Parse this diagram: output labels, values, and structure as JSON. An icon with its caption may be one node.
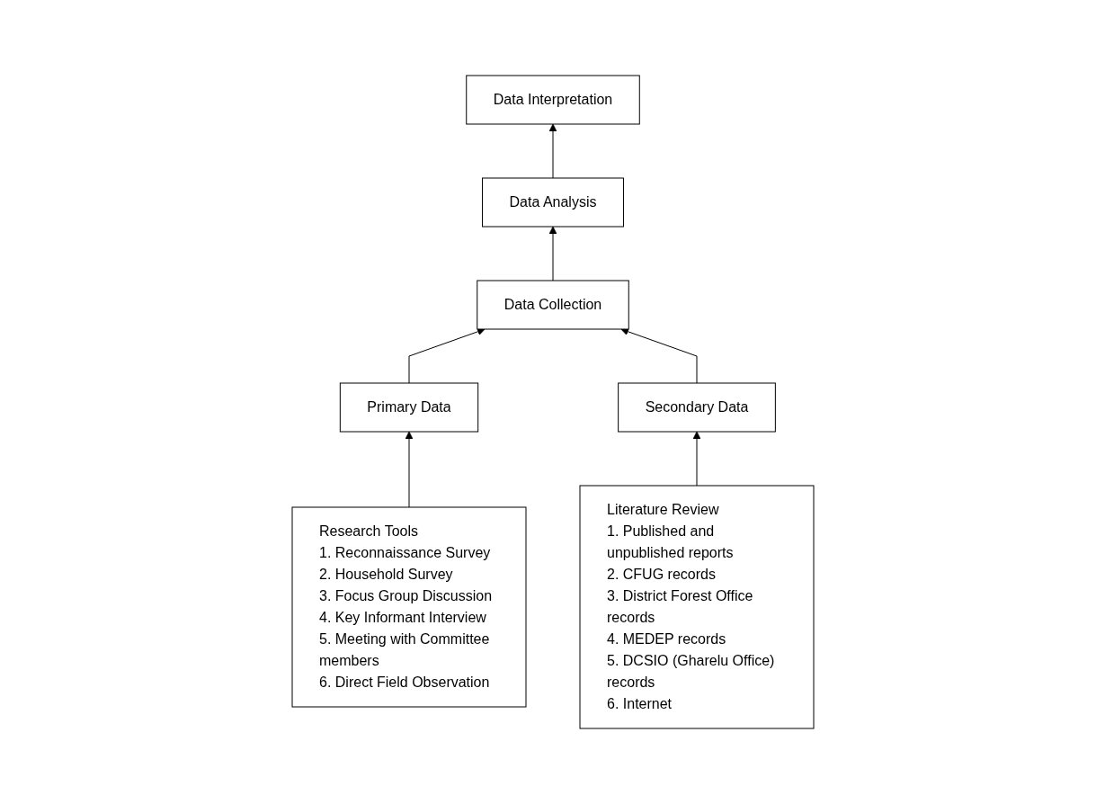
{
  "diagram": {
    "nodes": [
      {
        "text": [
          "Data Collection"
        ]
      },
      {
        "text": [
          "Data Analysis"
        ]
      },
      {
        "text": [
          "Data Interpretation"
        ]
      },
      {
        "text": [
          "Primary Data"
        ]
      },
      {
        "text": [
          "Secondary Data"
        ]
      },
      {
        "text": [
          "Research Tools",
          "1. Reconnaissance Survey",
          "2. Household Survey",
          "3. Focus Group Discussion",
          "4. Key Informant Interview",
          "5. Meeting with Committee members",
          "6. Direct Field Observation"
        ]
      },
      {
        "text": [
          "Literature Review",
          "1. Published and unpublished reports",
          "2. CFUG records",
          "3. District Forest Office records",
          "4. MEDEP records",
          "5. DCSIO (Gharelu Office) records",
          "6. Internet"
        ]
      }
    ],
    "edges": [
      {
        "from": 0,
        "to": 1,
        "arrow": "to"
      },
      {
        "from": 1,
        "to": 2,
        "arrow": "to"
      },
      {
        "from": 3,
        "to": 0,
        "arrow": "to"
      },
      {
        "from": 4,
        "to": 0,
        "arrow": "to"
      },
      {
        "from": 5,
        "to": 3,
        "arrow": "to"
      },
      {
        "from": 6,
        "to": 4,
        "arrow": "to"
      }
    ]
  }
}
